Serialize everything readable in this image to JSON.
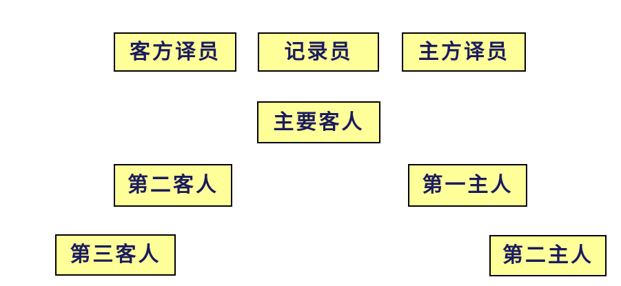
{
  "diagram": {
    "type": "seating-arrangement",
    "background_color": "#FFFFFF",
    "box_fill_color": "#FFFF99",
    "box_border_color": "#000000",
    "label_color": "#1B1B5E",
    "boxes": [
      {
        "id": "guest-side-interpreter",
        "label": "客方译员"
      },
      {
        "id": "recorder",
        "label": "记录员"
      },
      {
        "id": "host-side-interpreter",
        "label": "主方译员"
      },
      {
        "id": "main-guest",
        "label": "主要客人"
      },
      {
        "id": "second-guest",
        "label": "第二客人"
      },
      {
        "id": "first-host",
        "label": "第一主人"
      },
      {
        "id": "third-guest",
        "label": "第三客人"
      },
      {
        "id": "second-host",
        "label": "第二主人"
      }
    ]
  }
}
